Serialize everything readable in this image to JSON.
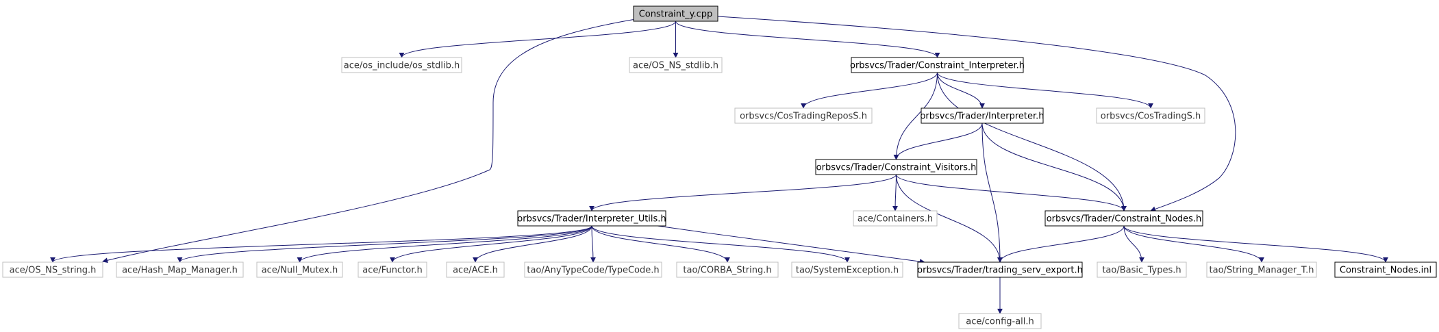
{
  "diagram": {
    "nodes": [
      {
        "id": "constraint_y_cpp",
        "label": "Constraint_y.cpp",
        "style": "root"
      },
      {
        "id": "os_stdlib_inc",
        "label": "ace/os_include/os_stdlib.h",
        "style": "external"
      },
      {
        "id": "os_ns_stdlib",
        "label": "ace/OS_NS_stdlib.h",
        "style": "external"
      },
      {
        "id": "constraint_interpreter",
        "label": "orbsvcs/Trader/Constraint_Interpreter.h",
        "style": "documented"
      },
      {
        "id": "costradingrepos",
        "label": "orbsvcs/CosTradingReposS.h",
        "style": "external"
      },
      {
        "id": "interpreter",
        "label": "orbsvcs/Trader/Interpreter.h",
        "style": "documented"
      },
      {
        "id": "costradings",
        "label": "orbsvcs/CosTradingS.h",
        "style": "external"
      },
      {
        "id": "constraint_visitors",
        "label": "orbsvcs/Trader/Constraint_Visitors.h",
        "style": "documented"
      },
      {
        "id": "interpreter_utils",
        "label": "orbsvcs/Trader/Interpreter_Utils.h",
        "style": "documented"
      },
      {
        "id": "containers",
        "label": "ace/Containers.h",
        "style": "external"
      },
      {
        "id": "constraint_nodes",
        "label": "orbsvcs/Trader/Constraint_Nodes.h",
        "style": "documented"
      },
      {
        "id": "os_ns_string",
        "label": "ace/OS_NS_string.h",
        "style": "external"
      },
      {
        "id": "hash_map_manager",
        "label": "ace/Hash_Map_Manager.h",
        "style": "external"
      },
      {
        "id": "null_mutex",
        "label": "ace/Null_Mutex.h",
        "style": "external"
      },
      {
        "id": "functor",
        "label": "ace/Functor.h",
        "style": "external"
      },
      {
        "id": "ace_h",
        "label": "ace/ACE.h",
        "style": "external"
      },
      {
        "id": "typecode",
        "label": "tao/AnyTypeCode/TypeCode.h",
        "style": "external"
      },
      {
        "id": "corba_string",
        "label": "tao/CORBA_String.h",
        "style": "external"
      },
      {
        "id": "system_exception",
        "label": "tao/SystemException.h",
        "style": "external"
      },
      {
        "id": "trading_serv_export",
        "label": "orbsvcs/Trader/trading_serv_export.h",
        "style": "documented"
      },
      {
        "id": "basic_types",
        "label": "tao/Basic_Types.h",
        "style": "external"
      },
      {
        "id": "string_manager",
        "label": "tao/String_Manager_T.h",
        "style": "external"
      },
      {
        "id": "constraint_nodes_inl",
        "label": "Constraint_Nodes.inl",
        "style": "documented"
      },
      {
        "id": "config_all",
        "label": "ace/config-all.h",
        "style": "external"
      }
    ],
    "edges": [
      [
        "constraint_y_cpp",
        "os_stdlib_inc"
      ],
      [
        "constraint_y_cpp",
        "os_ns_stdlib"
      ],
      [
        "constraint_y_cpp",
        "constraint_interpreter"
      ],
      [
        "constraint_y_cpp",
        "os_ns_string"
      ],
      [
        "constraint_y_cpp",
        "constraint_nodes"
      ],
      [
        "constraint_interpreter",
        "costradingrepos"
      ],
      [
        "constraint_interpreter",
        "interpreter"
      ],
      [
        "constraint_interpreter",
        "costradings"
      ],
      [
        "constraint_interpreter",
        "constraint_visitors"
      ],
      [
        "constraint_interpreter",
        "constraint_nodes"
      ],
      [
        "interpreter",
        "constraint_visitors"
      ],
      [
        "interpreter",
        "constraint_nodes"
      ],
      [
        "interpreter",
        "trading_serv_export"
      ],
      [
        "constraint_visitors",
        "interpreter_utils"
      ],
      [
        "constraint_visitors",
        "containers"
      ],
      [
        "constraint_visitors",
        "constraint_nodes"
      ],
      [
        "constraint_visitors",
        "trading_serv_export"
      ],
      [
        "interpreter_utils",
        "os_ns_string"
      ],
      [
        "interpreter_utils",
        "hash_map_manager"
      ],
      [
        "interpreter_utils",
        "null_mutex"
      ],
      [
        "interpreter_utils",
        "functor"
      ],
      [
        "interpreter_utils",
        "ace_h"
      ],
      [
        "interpreter_utils",
        "typecode"
      ],
      [
        "interpreter_utils",
        "corba_string"
      ],
      [
        "interpreter_utils",
        "system_exception"
      ],
      [
        "interpreter_utils",
        "trading_serv_export"
      ],
      [
        "constraint_nodes",
        "trading_serv_export"
      ],
      [
        "constraint_nodes",
        "basic_types"
      ],
      [
        "constraint_nodes",
        "string_manager"
      ],
      [
        "constraint_nodes",
        "constraint_nodes_inl"
      ],
      [
        "trading_serv_export",
        "config_all"
      ]
    ]
  },
  "colors": {
    "edge": "#191970",
    "root_fill": "#bfbfbf",
    "documented_border": "#000000",
    "external_border": "#bfbfbf",
    "label_documented": "#000000",
    "label_external": "#333333"
  }
}
